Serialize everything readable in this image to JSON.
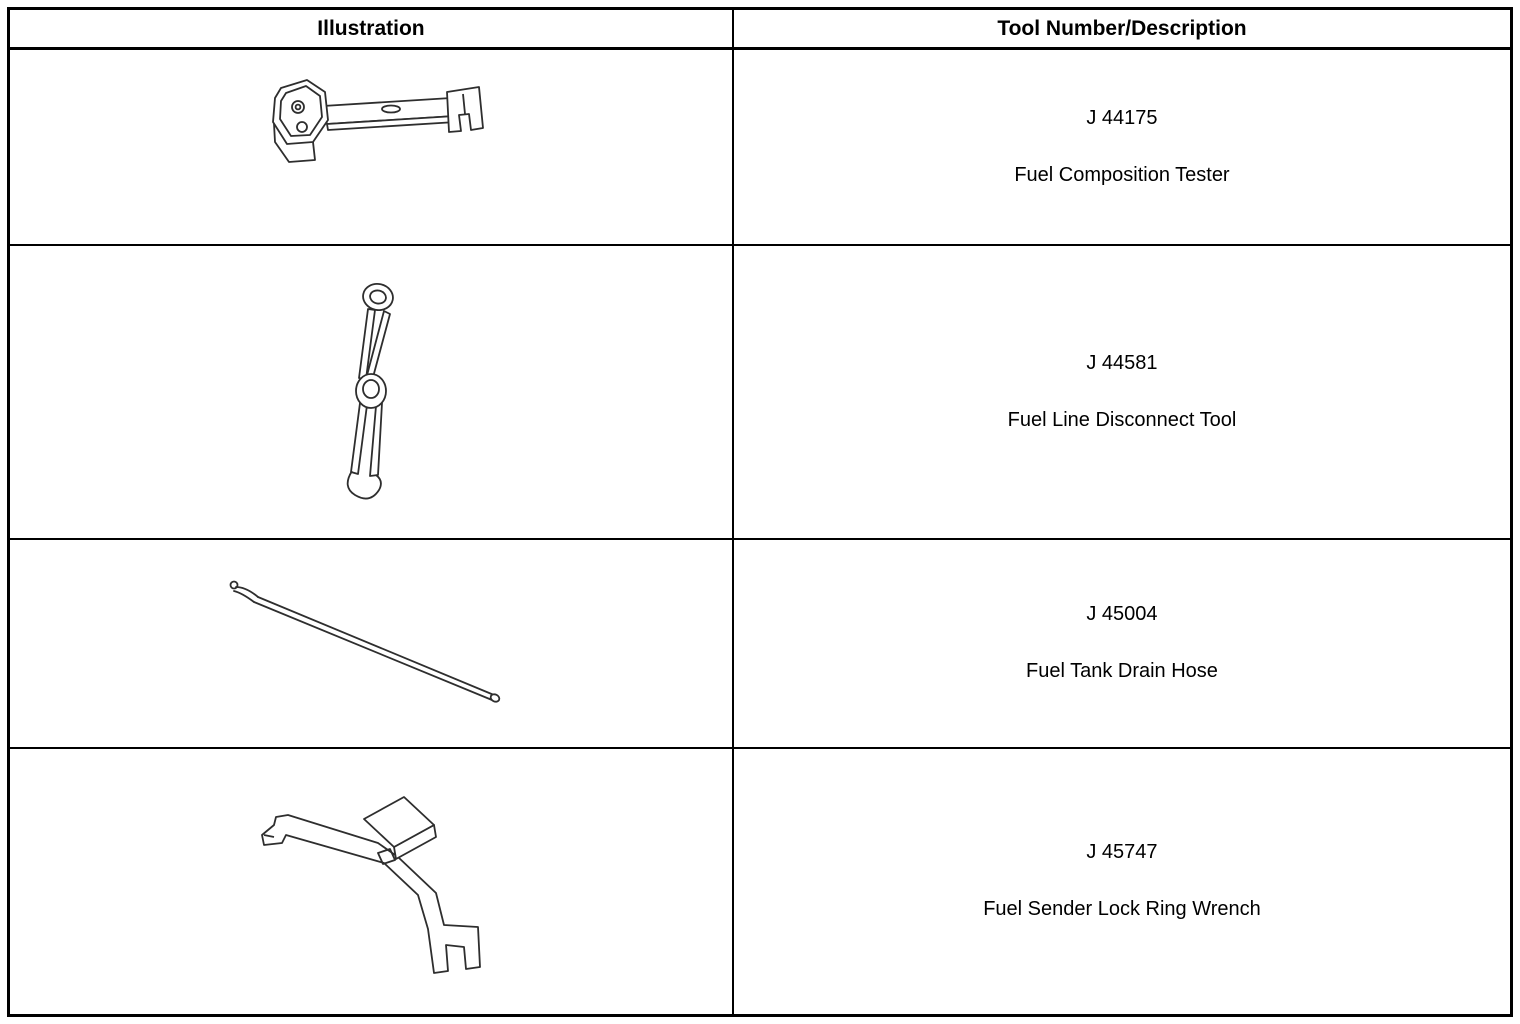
{
  "page": {
    "type": "special-tools-reference-table"
  },
  "table": {
    "headers": [
      "Illustration",
      "Tool Number/Description"
    ],
    "rows": [
      {
        "tool_number": "J 44175",
        "description": "Fuel Composition Tester",
        "illustration": "fuel-composition-tester-drawing"
      },
      {
        "tool_number": "J 44581",
        "description": "Fuel Line Disconnect Tool",
        "illustration": "fuel-line-disconnect-tool-drawing"
      },
      {
        "tool_number": "J 45004",
        "description": "Fuel Tank Drain Hose",
        "illustration": "fuel-tank-drain-hose-drawing"
      },
      {
        "tool_number": "J 45747",
        "description": "Fuel Sender Lock Ring Wrench",
        "illustration": "fuel-sender-lock-ring-wrench-drawing"
      }
    ]
  },
  "colors": {
    "border": "#000000",
    "text": "#000000",
    "line_art": "#2e2e2e",
    "background": "#ffffff"
  }
}
